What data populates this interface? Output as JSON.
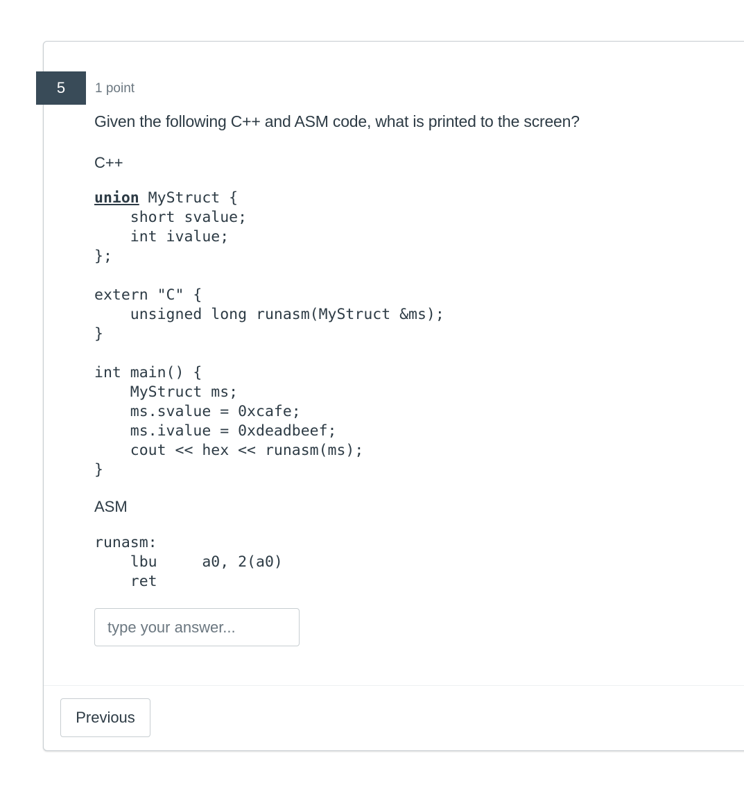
{
  "question": {
    "number": "5",
    "points": "1 point",
    "prompt": "Given the following C++ and ASM code, what is printed to the screen?",
    "cpp_label": "C++",
    "cpp_code": {
      "union_keyword": "union",
      "union_rest": " MyStruct {\n    short svalue;\n    int ivalue;\n};",
      "extern_block": "extern \"C\" {\n    unsigned long runasm(MyStruct &ms);\n}",
      "main_block": "int main() {\n    MyStruct ms;\n    ms.svalue = 0xcafe;\n    ms.ivalue = 0xdeadbeef;\n    cout << hex << runasm(ms);\n}"
    },
    "asm_label": "ASM",
    "asm_code": "runasm:\n    lbu     a0, 2(a0)\n    ret",
    "answer": {
      "value": "",
      "placeholder": "type your answer..."
    }
  },
  "navigation": {
    "previous_label": "Previous"
  }
}
